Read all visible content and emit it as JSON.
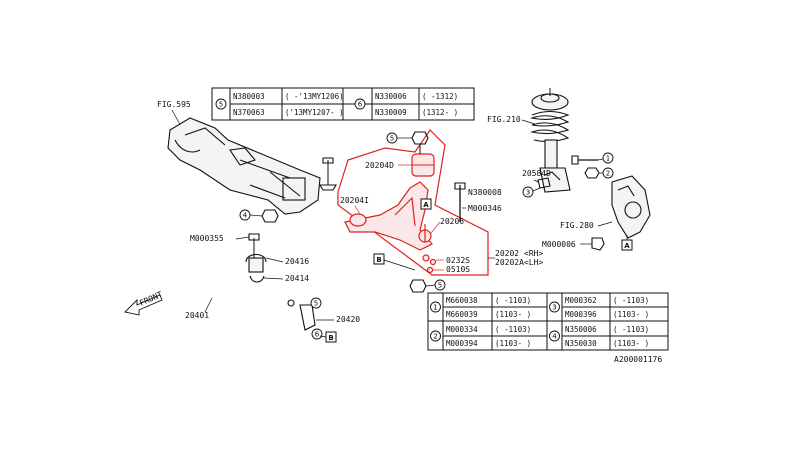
{
  "labels": {
    "fig595": "FIG.595",
    "fig210": "FIG.210",
    "fig280": "FIG.280",
    "p20204d": "20204D",
    "p20204i": "20204I",
    "p20206": "20206",
    "p0232s": "0232S",
    "p0510s": "0510S",
    "p20202": "20202 <RH>",
    "p20202a": "20202A<LH>",
    "p20584d": "20584D",
    "n380008": "N380008",
    "m000346": "M000346",
    "m000006": "M000006",
    "m000355": "M000355",
    "p20416": "20416",
    "p20414": "20414",
    "p20401": "20401",
    "p20420": "20420",
    "front": "FRONT",
    "ref": "A200001176"
  },
  "markers": {
    "c1": "1",
    "c2": "2",
    "c3": "3",
    "c4": "4",
    "c5": "5",
    "c6": "6",
    "a": "A",
    "b": "B"
  },
  "top_table": {
    "left_marker": "5",
    "left_rows": [
      {
        "part": "N380003",
        "range": "( -'13MY1206)"
      },
      {
        "part": "N370063",
        "range": "('13MY1207- )"
      }
    ],
    "right_marker": "6",
    "right_rows": [
      {
        "part": "N330006",
        "range": "( -1312)"
      },
      {
        "part": "N330009",
        "range": "(1312- )"
      }
    ]
  },
  "bottom_table": {
    "groups": [
      {
        "marker": "1",
        "rows": [
          {
            "part": "M660038",
            "range": "( -1103)"
          },
          {
            "part": "M660039",
            "range": "(1103- )"
          }
        ]
      },
      {
        "marker": "3",
        "rows": [
          {
            "part": "M000362",
            "range": "( -1103)"
          },
          {
            "part": "M000396",
            "range": "(1103- )"
          }
        ]
      },
      {
        "marker": "2",
        "rows": [
          {
            "part": "M000334",
            "range": "( -1103)"
          },
          {
            "part": "M000394",
            "range": "(1103- )"
          }
        ]
      },
      {
        "marker": "4",
        "rows": [
          {
            "part": "N350006",
            "range": "( -1103)"
          },
          {
            "part": "N350030",
            "range": "(1103- )"
          }
        ]
      }
    ]
  },
  "colors": {
    "highlight": "#e02020",
    "line": "#111111"
  }
}
